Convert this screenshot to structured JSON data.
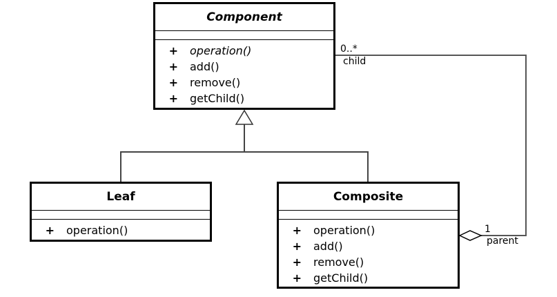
{
  "classes": {
    "component": {
      "name": "Component",
      "operations": [
        {
          "visibility": "+",
          "name": "operation()",
          "abstract": true
        },
        {
          "visibility": "+",
          "name": "add()"
        },
        {
          "visibility": "+",
          "name": "remove()"
        },
        {
          "visibility": "+",
          "name": "getChild()"
        }
      ]
    },
    "leaf": {
      "name": "Leaf",
      "operations": [
        {
          "visibility": "+",
          "name": "operation()"
        }
      ]
    },
    "composite": {
      "name": "Composite",
      "operations": [
        {
          "visibility": "+",
          "name": "operation()"
        },
        {
          "visibility": "+",
          "name": "add()"
        },
        {
          "visibility": "+",
          "name": "remove()"
        },
        {
          "visibility": "+",
          "name": "getChild()"
        }
      ]
    }
  },
  "association": {
    "child_multiplicity": "0..*",
    "child_role": "child",
    "parent_multiplicity": "1",
    "parent_role": "parent"
  }
}
